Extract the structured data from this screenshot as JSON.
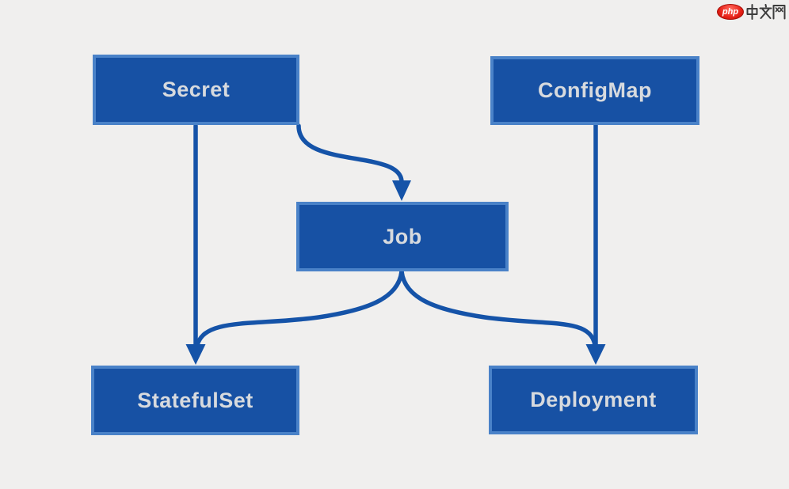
{
  "page": {
    "background_color": "#f0efee",
    "type": "kubernetes-resource-relationship-diagram"
  },
  "diagram": {
    "colors": {
      "node_fill": "#1751a4",
      "node_border": "#4a82c8",
      "node_text": "#d7dade",
      "arrow": "#1553a8"
    },
    "nodes": [
      {
        "id": "secret",
        "label": "Secret"
      },
      {
        "id": "configmap",
        "label": "ConfigMap"
      },
      {
        "id": "job",
        "label": "Job"
      },
      {
        "id": "statefulset",
        "label": "StatefulSet"
      },
      {
        "id": "deployment",
        "label": "Deployment"
      }
    ],
    "edges": [
      {
        "from": "secret",
        "to": "statefulset",
        "style": "straight-down-arrow"
      },
      {
        "from": "secret",
        "to": "job",
        "style": "s-curve-arrow"
      },
      {
        "from": "configmap",
        "to": "deployment",
        "style": "straight-down-arrow"
      },
      {
        "from": "job",
        "to": "statefulset",
        "style": "curve-left-arrow"
      },
      {
        "from": "job",
        "to": "deployment",
        "style": "curve-right-arrow"
      }
    ]
  },
  "watermark": {
    "badge_text": "php",
    "cjk_text": "中文网",
    "full_text": "php中文网",
    "badge_color": "#e62117",
    "cjk_color": "#3d3d3d"
  }
}
